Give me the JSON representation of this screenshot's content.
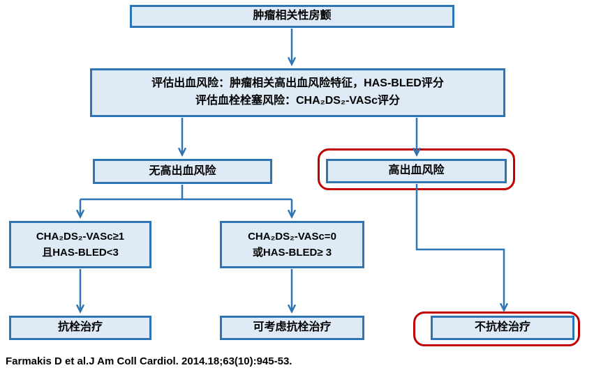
{
  "colors": {
    "box_fill": "#DEEAF6",
    "box_border": "#2E75B6",
    "highlight_border": "#C00000",
    "arrow_color": "#2E75B6",
    "text_color": "#000000",
    "bg": "#FFFFFF"
  },
  "diagram": {
    "type": "flowchart",
    "nodes": {
      "root": {
        "label": "肿瘤相关性房颤"
      },
      "assessment": {
        "line1": "评估出血风险：肿瘤相关高出血风险特征，HAS-BLED评分",
        "line2": "评估血栓栓塞风险：CHA₂DS₂-VASc评分"
      },
      "no_high_bleed": {
        "label": "无高出血风险"
      },
      "high_bleed": {
        "label": "高出血风险",
        "highlighted": true
      },
      "chads_ge1": {
        "line1": "CHA₂DS₂-VASc≥1",
        "line2": "且HAS-BLED<3"
      },
      "chads_eq0": {
        "line1": "CHA₂DS₂-VASc=0",
        "line2": "或HAS-BLED≥ 3"
      },
      "antithrombotic": {
        "label": "抗栓治疗"
      },
      "consider_antithrombotic": {
        "label": "可考虑抗栓治疗"
      },
      "no_antithrombotic": {
        "label": "不抗栓治疗",
        "highlighted": true
      }
    },
    "edges": [
      "root -> assessment",
      "assessment -> no_high_bleed",
      "assessment -> high_bleed",
      "no_high_bleed -> chads_ge1",
      "no_high_bleed -> chads_eq0",
      "chads_ge1 -> antithrombotic",
      "chads_eq0 -> consider_antithrombotic",
      "high_bleed -> no_antithrombotic"
    ]
  },
  "citation": "Farmakis D et al.J Am Coll Cardiol. 2014.18;63(10):945-53."
}
